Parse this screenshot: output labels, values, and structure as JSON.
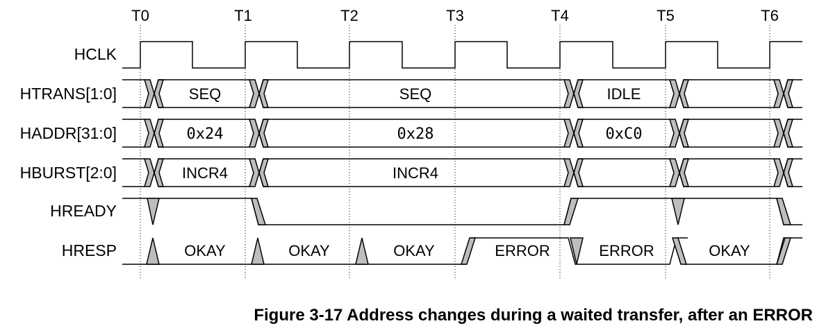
{
  "time_markers": [
    "T0",
    "T1",
    "T2",
    "T3",
    "T4",
    "T5",
    "T6"
  ],
  "signals": {
    "hclk": "HCLK",
    "htrans": "HTRANS[1:0]",
    "haddr": "HADDR[31:0]",
    "hburst": "HBURST[2:0]",
    "hready": "HREADY",
    "hresp": "HRESP"
  },
  "bus_values": {
    "htrans": [
      "SEQ",
      "SEQ",
      "IDLE"
    ],
    "haddr": [
      "0x24",
      "0x28",
      "0xC0"
    ],
    "hburst": [
      "INCR4",
      "INCR4"
    ]
  },
  "hresp_values": [
    "OKAY",
    "OKAY",
    "OKAY",
    "ERROR",
    "ERROR",
    "OKAY"
  ],
  "colors": {
    "line": "#000000",
    "transition_fill": "#bdbdbd",
    "background": "#ffffff"
  },
  "caption": "Figure 3-17 Address changes during a waited transfer, after an ERROR"
}
